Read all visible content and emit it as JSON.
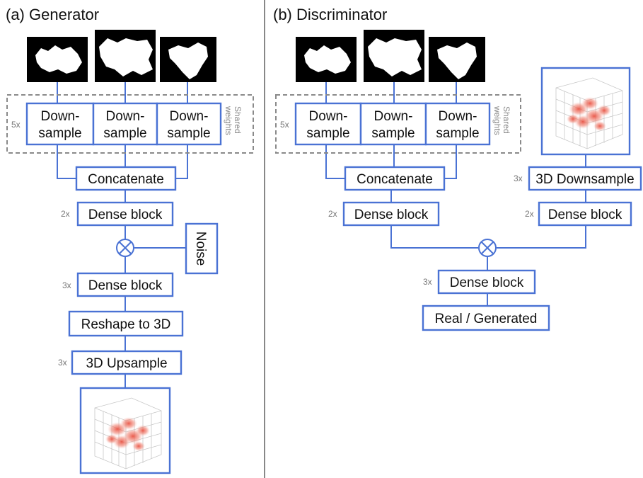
{
  "generator": {
    "title": "(a) Generator",
    "downsample": [
      "Down-\nsample",
      "Down-\nsample",
      "Down-\nsample"
    ],
    "downsample_mult": "5x",
    "shared": "Shared\nweights",
    "concatenate": "Concatenate",
    "dense1": "Dense block",
    "dense1_mult": "2x",
    "noise": "Noise",
    "dense2": "Dense block",
    "dense2_mult": "3x",
    "reshape": "Reshape to 3D",
    "upsample": "3D Upsample",
    "upsample_mult": "3x"
  },
  "discriminator": {
    "title": "(b) Discriminator",
    "downsample": [
      "Down-\nsample",
      "Down-\nsample",
      "Down-\nsample"
    ],
    "downsample_mult": "5x",
    "shared": "Shared\nweights",
    "concatenate": "Concatenate",
    "dense_left": "Dense block",
    "dense_left_mult": "2x",
    "downsample3d": "3D Downsample",
    "downsample3d_mult": "3x",
    "dense_right": "Dense block",
    "dense_right_mult": "2x",
    "dense_merge": "Dense block",
    "dense_merge_mult": "3x",
    "output": "Real / Generated"
  },
  "colors": {
    "accent": "#4a72d4",
    "dashed": "#8a8a8a",
    "volume": "#e84a3a"
  }
}
